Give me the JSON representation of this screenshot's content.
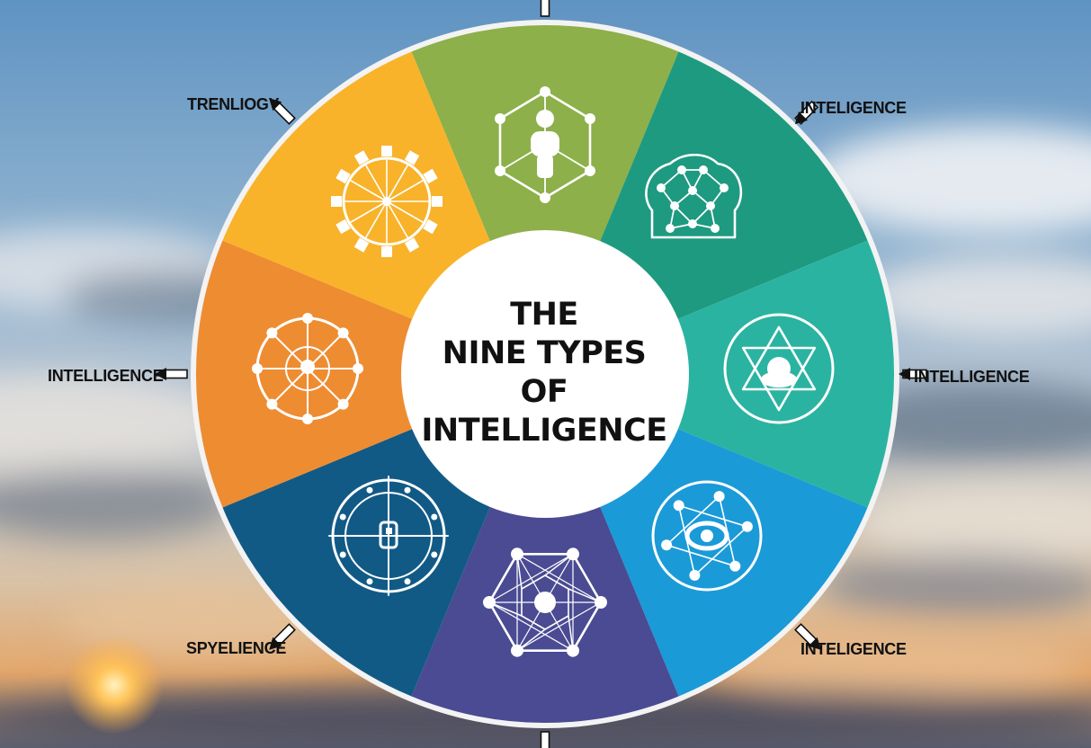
{
  "title_lines": [
    "THE",
    "NINE TYPES",
    "OF",
    "INTELLIGENCE"
  ],
  "outer_labels": [
    "TRENLIOGY",
    "INTELIGENCE",
    "INTELLIGENCE",
    "INTELIGENCE",
    "SPYELIENCE",
    "INTELLIGENCE"
  ],
  "segment_colors": [
    "#8db04a",
    "#1e9a80",
    "#2bb3a1",
    "#1b9ad8",
    "#4a4b92",
    "#125a86",
    "#ee8c32",
    "#f8b32a"
  ],
  "icons": [
    "network-figure-icon",
    "brain-network-icon",
    "star-of-david-icon",
    "circular-network-icon",
    "polyhedron-network-icon",
    "compass-circle-icon",
    "wheel-network-icon",
    "gear-icon"
  ]
}
